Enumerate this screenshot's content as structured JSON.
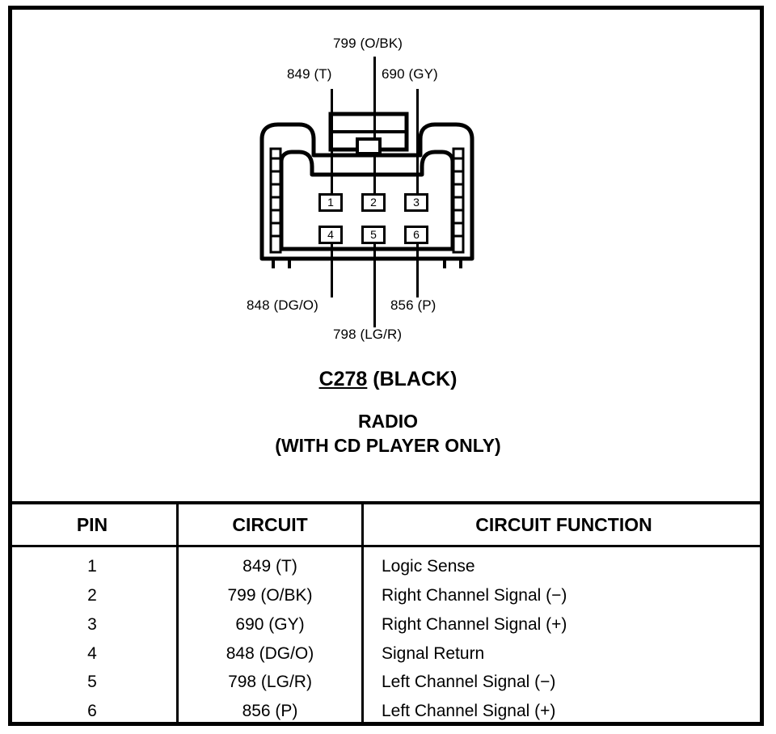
{
  "connector": {
    "id_label": "C278",
    "color_label": "(BLACK)",
    "device": "RADIO",
    "note": "(WITH CD PLAYER ONLY)",
    "pins": [
      {
        "number": "1",
        "circuit": "849 (T)",
        "function": "Logic Sense"
      },
      {
        "number": "2",
        "circuit": "799 (O/BK)",
        "function": "Right Channel Signal (−)"
      },
      {
        "number": "3",
        "circuit": "690 (GY)",
        "function": "Right Channel Signal (+)"
      },
      {
        "number": "4",
        "circuit": "848 (DG/O)",
        "function": "Signal Return"
      },
      {
        "number": "5",
        "circuit": "798 (LG/R)",
        "function": "Left Channel Signal (−)"
      },
      {
        "number": "6",
        "circuit": "856 (P)",
        "function": "Left Channel Signal (+)"
      }
    ]
  },
  "callouts": {
    "top": [
      {
        "pin": "1",
        "text": "849 (T)"
      },
      {
        "pin": "2",
        "text": "799 (O/BK)"
      },
      {
        "pin": "3",
        "text": "690 (GY)"
      }
    ],
    "bottom": [
      {
        "pin": "4",
        "text": "848 (DG/O)"
      },
      {
        "pin": "5",
        "text": "798 (LG/R)"
      },
      {
        "pin": "6",
        "text": "856 (P)"
      }
    ]
  },
  "table": {
    "headers": [
      "PIN",
      "CIRCUIT",
      "CIRCUIT FUNCTION"
    ]
  },
  "colors": {
    "ink": "#000000",
    "paper": "#ffffff"
  }
}
